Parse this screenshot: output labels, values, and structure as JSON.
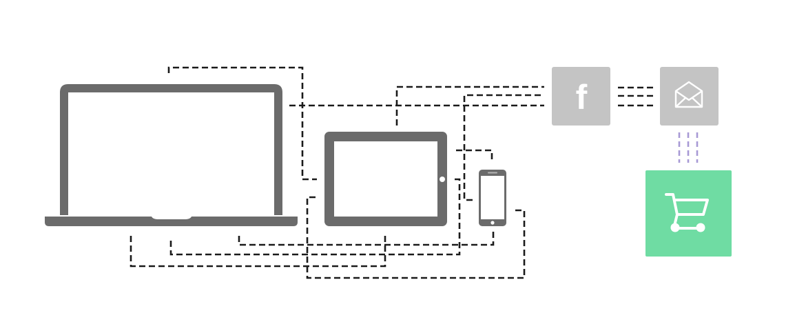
{
  "diagram": {
    "nodes": [
      {
        "id": "laptop",
        "icon": "laptop-icon"
      },
      {
        "id": "tablet",
        "icon": "tablet-icon"
      },
      {
        "id": "phone",
        "icon": "phone-icon"
      },
      {
        "id": "facebook",
        "icon": "facebook-icon",
        "glyph": "f"
      },
      {
        "id": "email",
        "icon": "envelope-icon"
      },
      {
        "id": "shop",
        "icon": "shopping-cart-icon"
      }
    ]
  },
  "colors": {
    "device": "#6b6b6b",
    "tile": "#c4c4c4",
    "shop": "#6fdca3",
    "connector": "#1a1a1a",
    "accent_connector": "#a89ad6"
  }
}
